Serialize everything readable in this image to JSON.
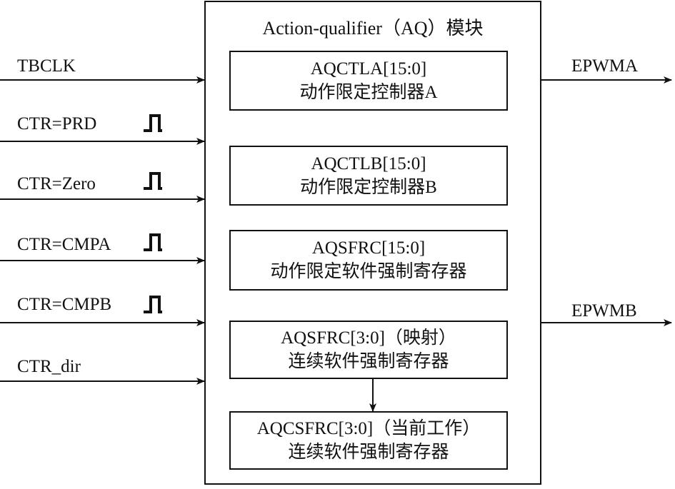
{
  "module": {
    "title": "Action-qualifier（AQ）模块"
  },
  "inputs": [
    {
      "label": "TBCLK",
      "pulse": false
    },
    {
      "label": "CTR=PRD",
      "pulse": true
    },
    {
      "label": "CTR=Zero",
      "pulse": true
    },
    {
      "label": "CTR=CMPA",
      "pulse": true
    },
    {
      "label": "CTR=CMPB",
      "pulse": true
    },
    {
      "label": "CTR_dir",
      "pulse": false
    }
  ],
  "outputs": [
    {
      "label": "EPWMA"
    },
    {
      "label": "EPWMB"
    }
  ],
  "registers": [
    {
      "name": "AQCTLA[15:0]",
      "desc": "动作限定控制器A"
    },
    {
      "name": "AQCTLB[15:0]",
      "desc": "动作限定控制器B"
    },
    {
      "name": "AQSFRC[15:0]",
      "desc": "动作限定软件强制寄存器"
    },
    {
      "name": "AQSFRC[3:0]（映射）",
      "desc": "连续软件强制寄存器"
    },
    {
      "name": "AQCSFRC[3:0]（当前工作）",
      "desc": "连续软件强制寄存器"
    }
  ],
  "colors": {
    "line": "#111111",
    "background": "#ffffff"
  },
  "icons": {
    "pulse": "pulse-icon",
    "arrow": "arrowhead-icon"
  }
}
